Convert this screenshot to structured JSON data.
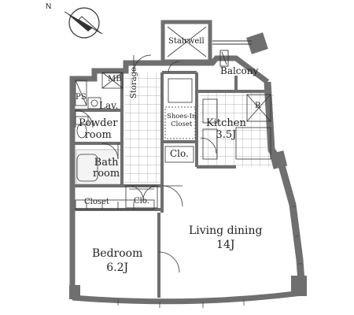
{
  "compass": {
    "north_label": "N",
    "icon": "north-arrow-icon"
  },
  "rooms": {
    "stairwell": "Stairwell",
    "balcony": "Balcony",
    "mb": "MB",
    "ps": "PS",
    "lav": "Lav.",
    "storage": "Storage",
    "powder_room": [
      "Powder",
      "room"
    ],
    "bath_room": [
      "Bath",
      "room"
    ],
    "shoes_in_closet": [
      "Shoes-In",
      "Closet"
    ],
    "kitchen": {
      "name": "Kitchen",
      "size": "3.5J"
    },
    "clo_center": "Clo.",
    "clo_small": "Clo.",
    "closet": "Closet",
    "refrigerator_mark": "R",
    "living_dining": {
      "name": "Living dining",
      "size": "14J"
    },
    "bedroom": {
      "name": "Bedroom",
      "size": "6.2J"
    }
  },
  "colors": {
    "wall": "#6f6f6f",
    "line": "#333333",
    "tile": "#9a9a9a",
    "background": "#ffffff"
  }
}
